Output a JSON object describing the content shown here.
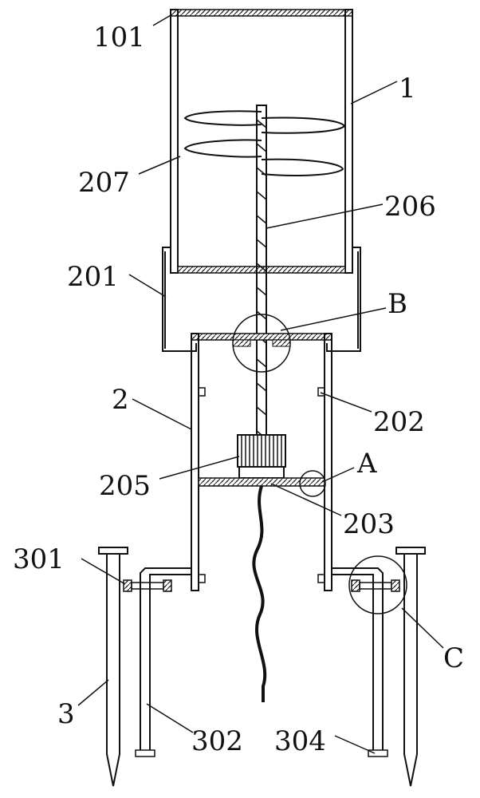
{
  "labels": {
    "l101": "101",
    "l1": "1",
    "l207": "207",
    "l206": "206",
    "l201": "201",
    "lB": "B",
    "l2": "2",
    "l202": "202",
    "l205": "205",
    "lA": "A",
    "l203": "203",
    "l301": "301",
    "lC": "C",
    "l3": "3",
    "l302": "302",
    "l304": "304"
  },
  "colors": {
    "ink": "#111111",
    "background": "#ffffff"
  }
}
